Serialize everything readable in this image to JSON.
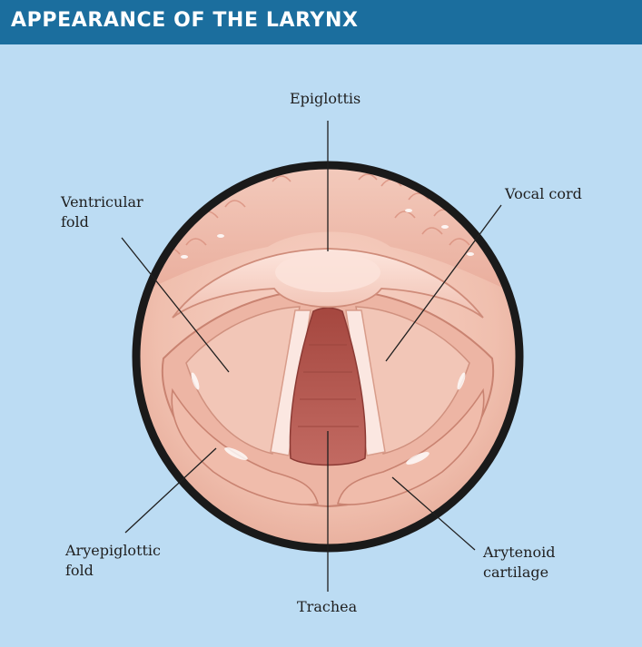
{
  "title": "APPEARANCE OF THE LARYNX",
  "labels": {
    "epiglottis": "Epiglottis",
    "ventricular_fold": [
      "Ventricular",
      "fold"
    ],
    "vocal_cord": "Vocal cord",
    "aryepiglottic_fold": [
      "Aryepiglottic",
      "fold"
    ],
    "arytenoid_cartilage": [
      "Arytenoid",
      "cartilage"
    ],
    "trachea": "Trachea"
  },
  "colors": {
    "header": "#1b6e9e",
    "background": "#bcdcf3",
    "ring": "#1a1a1a",
    "tissue": "#f2c4b6",
    "trachea": "#b85c55"
  }
}
